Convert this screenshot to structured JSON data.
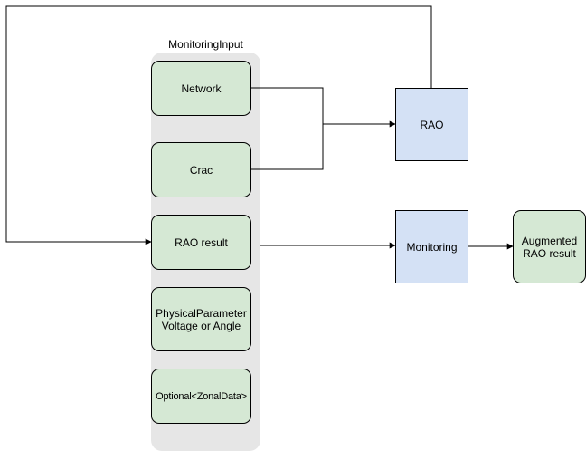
{
  "group": {
    "label": "MonitoringInput"
  },
  "nodes": {
    "network": "Network",
    "crac": "Crac",
    "rao_result": "RAO result",
    "physical_parameter": "PhysicalParameter\nVoltage or Angle",
    "optional_zonal": "Optional<ZonalData>",
    "rao": "RAO",
    "monitoring": "Monitoring",
    "augmented": "Augmented\nRAO result"
  },
  "colors": {
    "input_fill": "#d5e8d4",
    "process_fill": "#d4e1f5",
    "group_fill": "#e6e6e6",
    "stroke": "#000000"
  }
}
